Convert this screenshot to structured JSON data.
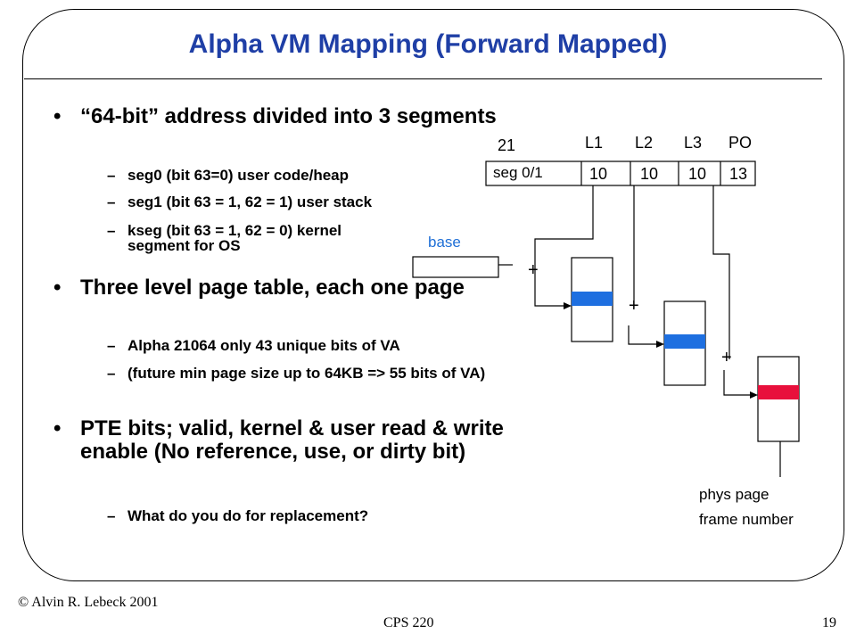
{
  "slide": {
    "title": "Alpha VM Mapping (Forward Mapped)",
    "bullets": [
      {
        "bullet": "•",
        "text": "“64-bit” address divided into 3 segments"
      },
      {
        "bullet": "•",
        "text": "Three level page table, each one page"
      },
      {
        "bullet": "•",
        "text": "PTE bits; valid, kernel & user read & write enable (No reference, use, or dirty bit)"
      }
    ],
    "sub_bullets": [
      {
        "dash": "–",
        "text": "seg0 (bit 63=0) user code/heap"
      },
      {
        "dash": "–",
        "text": "seg1 (bit 63 = 1, 62 = 1) user stack"
      },
      {
        "dash": "–",
        "text": "kseg (bit 63 = 1, 62 = 0) kernel segment for OS"
      },
      {
        "dash": "–",
        "text": "Alpha 21064 only 43 unique bits of VA"
      },
      {
        "dash": "–",
        "text": "(future min page size up to 64KB => 55 bits of VA)"
      },
      {
        "dash": "–",
        "text": "What do you do for replacement?"
      }
    ]
  },
  "diagram": {
    "field_labels": {
      "seg_bits": "21",
      "l1": "L1",
      "l2": "L2",
      "l3": "L3",
      "po": "PO"
    },
    "fields": {
      "seg": "seg 0/1",
      "l1": "10",
      "l2": "10",
      "l3": "10",
      "po": "13"
    },
    "base_label": "base",
    "plus": "+",
    "phys_label_line1": "phys page",
    "phys_label_line2": "frame number",
    "colors": {
      "title": "#1f3fa6",
      "blue_entry": "#1e6fe0",
      "red_entry": "#e8103c",
      "base_label": "#1f6fd6"
    }
  },
  "footer": {
    "author": "© Alvin R. Lebeck 2001",
    "course": "CPS 220",
    "page": "19"
  }
}
